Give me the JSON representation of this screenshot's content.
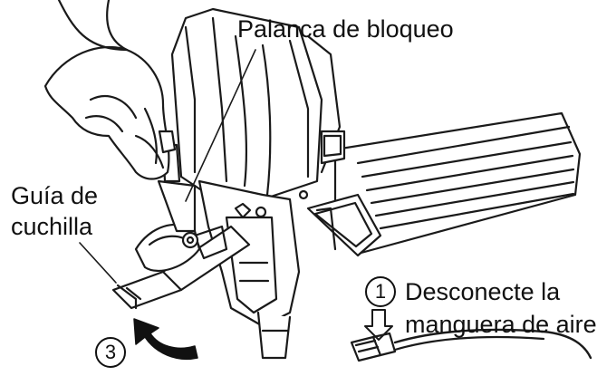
{
  "labels": {
    "lock_lever": "Palanca de bloqueo",
    "blade_guide_line1": "Guía de",
    "blade_guide_line2": "cuchilla",
    "disconnect_line1": "Desconecte la",
    "disconnect_line2": "manguera de aire"
  },
  "steps": {
    "step1": "1",
    "step3": "3"
  },
  "icons": {
    "hand": "hand-icon",
    "nailer": "nailer-tool-icon",
    "hose": "air-hose-icon",
    "down_arrow": "down-arrow-icon",
    "curved_arrow": "curved-arrow-icon"
  },
  "colors": {
    "line": "#1a1a1a",
    "arrow_fill": "#111111",
    "background": "#ffffff"
  }
}
